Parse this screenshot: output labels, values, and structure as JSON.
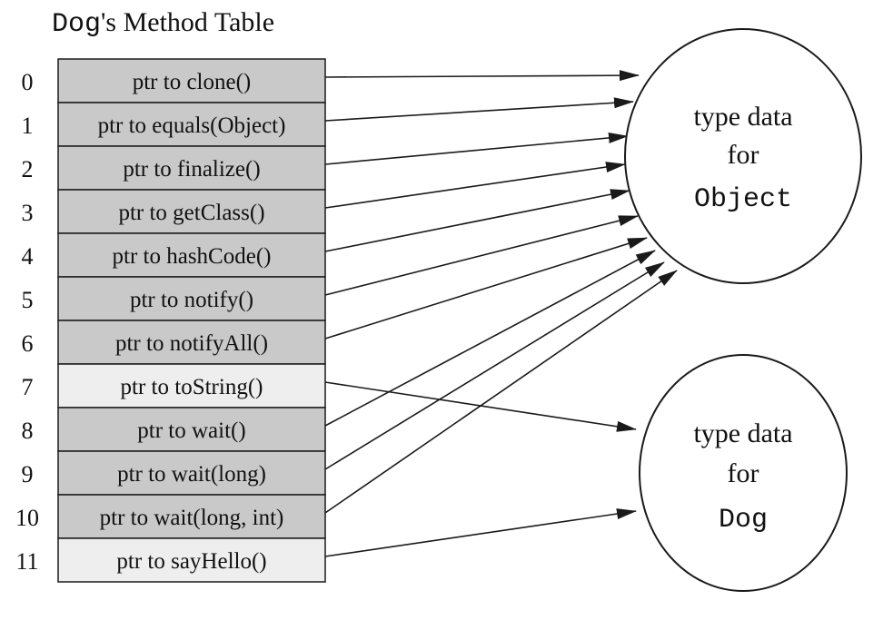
{
  "title": {
    "class_name": "Dog",
    "suffix": "'s Method Table"
  },
  "rows": [
    {
      "index": "0",
      "label": "ptr to clone()",
      "target": "object",
      "shaded": true
    },
    {
      "index": "1",
      "label": "ptr to equals(Object)",
      "target": "object",
      "shaded": true
    },
    {
      "index": "2",
      "label": "ptr to finalize()",
      "target": "object",
      "shaded": true
    },
    {
      "index": "3",
      "label": "ptr to getClass()",
      "target": "object",
      "shaded": true
    },
    {
      "index": "4",
      "label": "ptr to hashCode()",
      "target": "object",
      "shaded": true
    },
    {
      "index": "5",
      "label": "ptr to notify()",
      "target": "object",
      "shaded": true
    },
    {
      "index": "6",
      "label": "ptr to notifyAll()",
      "target": "object",
      "shaded": true
    },
    {
      "index": "7",
      "label": "ptr to toString()",
      "target": "dog",
      "shaded": false
    },
    {
      "index": "8",
      "label": "ptr to wait()",
      "target": "object",
      "shaded": true
    },
    {
      "index": "9",
      "label": "ptr to wait(long)",
      "target": "object",
      "shaded": true
    },
    {
      "index": "10",
      "label": "ptr to wait(long, int)",
      "target": "object",
      "shaded": true
    },
    {
      "index": "11",
      "label": "ptr to sayHello()",
      "target": "dog",
      "shaded": false
    }
  ],
  "circles": {
    "object": {
      "line1": "type data",
      "line2": "for",
      "name": "Object"
    },
    "dog": {
      "line1": "type data",
      "line2": "for",
      "name": "Dog"
    }
  },
  "colors": {
    "shaded_row": "#c9c9c9",
    "unshaded_row": "#eeeeee",
    "stroke": "#1a1a1a"
  }
}
